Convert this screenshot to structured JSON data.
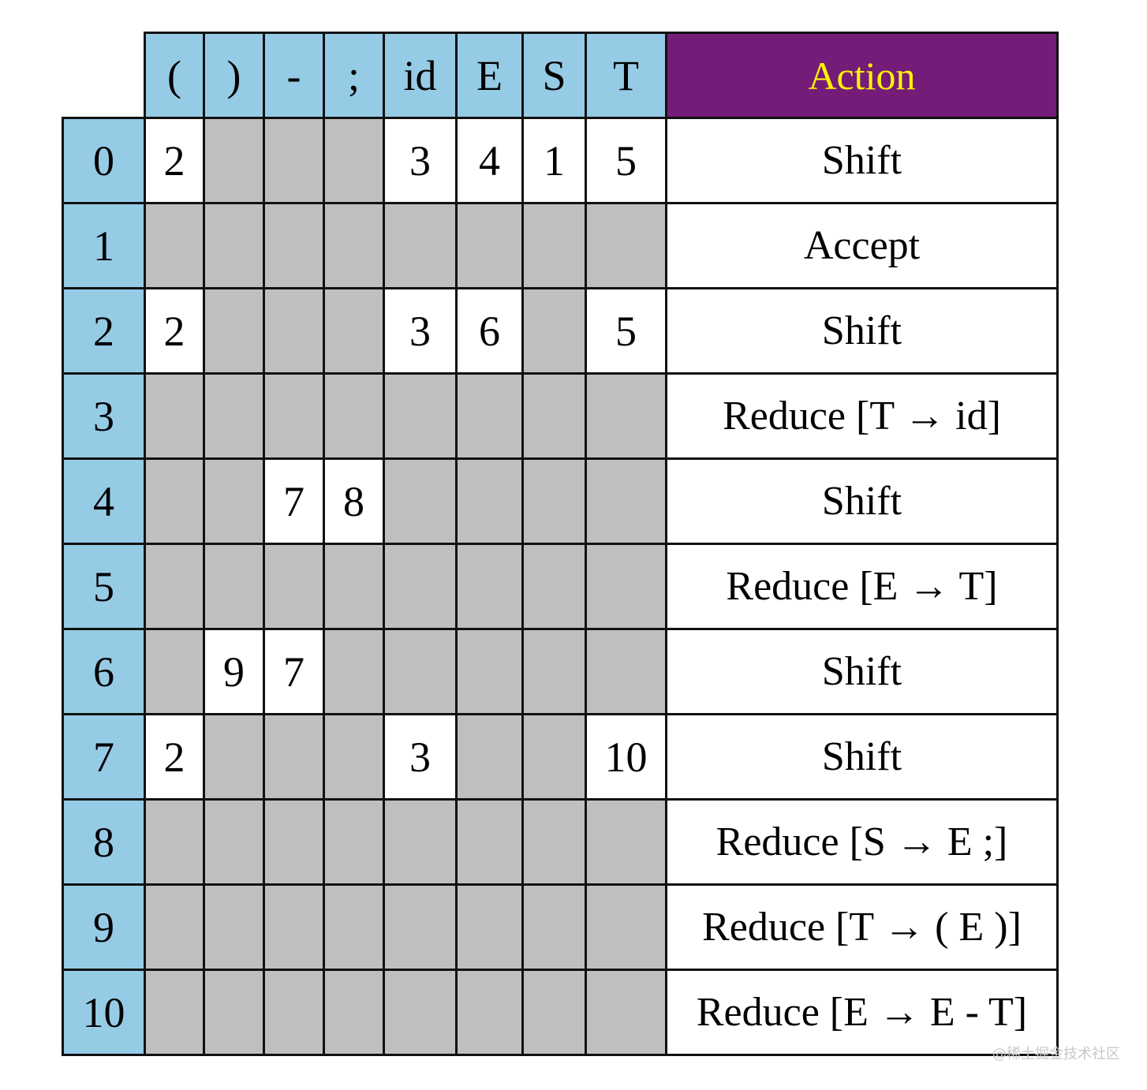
{
  "table": {
    "columns": [
      "(",
      ")",
      "-",
      ";",
      "id",
      "E",
      "S",
      "T"
    ],
    "action_header": "Action",
    "rows": [
      {
        "state": "0",
        "cells": [
          "2",
          "",
          "",
          "",
          "3",
          "4",
          "1",
          "5"
        ],
        "action": "Shift"
      },
      {
        "state": "1",
        "cells": [
          "",
          "",
          "",
          "",
          "",
          "",
          "",
          ""
        ],
        "action": "Accept"
      },
      {
        "state": "2",
        "cells": [
          "2",
          "",
          "",
          "",
          "3",
          "6",
          "",
          "5"
        ],
        "action": "Shift"
      },
      {
        "state": "3",
        "cells": [
          "",
          "",
          "",
          "",
          "",
          "",
          "",
          ""
        ],
        "action": "Reduce [T → id]"
      },
      {
        "state": "4",
        "cells": [
          "",
          "",
          "7",
          "8",
          "",
          "",
          "",
          ""
        ],
        "action": "Shift"
      },
      {
        "state": "5",
        "cells": [
          "",
          "",
          "",
          "",
          "",
          "",
          "",
          ""
        ],
        "action": "Reduce [E → T]"
      },
      {
        "state": "6",
        "cells": [
          "",
          "9",
          "7",
          "",
          "",
          "",
          "",
          ""
        ],
        "action": "Shift"
      },
      {
        "state": "7",
        "cells": [
          "2",
          "",
          "",
          "",
          "3",
          "",
          "",
          "10"
        ],
        "action": "Shift"
      },
      {
        "state": "8",
        "cells": [
          "",
          "",
          "",
          "",
          "",
          "",
          "",
          ""
        ],
        "action": "Reduce [S → E ;]"
      },
      {
        "state": "9",
        "cells": [
          "",
          "",
          "",
          "",
          "",
          "",
          "",
          ""
        ],
        "action": "Reduce [T → ( E )]"
      },
      {
        "state": "10",
        "cells": [
          "",
          "",
          "",
          "",
          "",
          "",
          "",
          ""
        ],
        "action": "Reduce [E → E - T]"
      }
    ]
  },
  "watermark": "@稀土掘金技术社区",
  "colors": {
    "header_bg": "#96CBE6",
    "action_header_bg": "#751C79",
    "action_header_text": "#FFF200",
    "empty_cell": "#BFBFBF",
    "filled_cell": "#FFFFFF",
    "border": "#111111"
  }
}
